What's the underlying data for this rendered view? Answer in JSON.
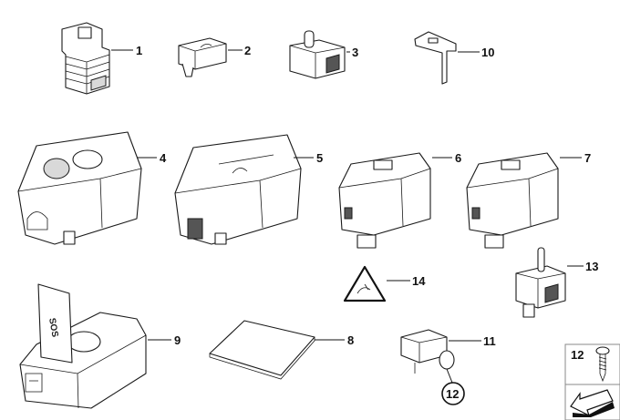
{
  "diagram": {
    "callouts": {
      "c1": "1",
      "c2": "2",
      "c3": "3",
      "c10": "10",
      "c4": "4",
      "c5": "5",
      "c6": "6",
      "c7": "7",
      "c14": "14",
      "c13": "13",
      "c9": "9",
      "c8": "8",
      "c11": "11",
      "c12_circled": "12",
      "c12_box": "12"
    },
    "card_text": "SOS"
  }
}
